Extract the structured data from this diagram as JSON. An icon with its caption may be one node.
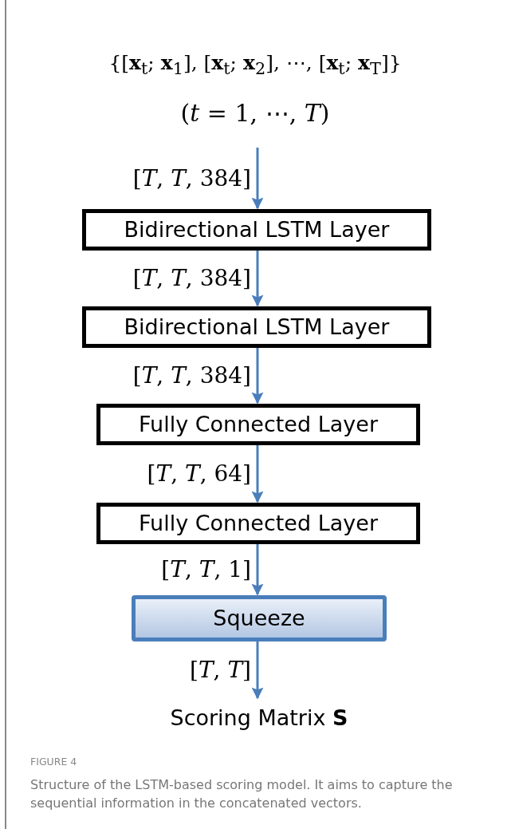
{
  "diagram": {
    "caption": "Structure of the LSTM-based scoring model. It aims to capture the sequential information in the concatenated vectors.",
    "nodes": [
      {
        "text": [
          "{[**x**$_{t}$; **x**$_{1}$], [**x**$_{t}$; **x**$_{2}$], ⋯, [**x**$_{t}$; **x**$_{T}$]}",
          "(*t* = 1, ⋯, *T*)"
        ]
      },
      {
        "text": [
          "Bidirectional LSTM Layer"
        ]
      },
      {
        "text": [
          "Bidirectional LSTM Layer"
        ]
      },
      {
        "text": [
          "Fully Connected Layer"
        ]
      },
      {
        "text": [
          "Fully Connected Layer"
        ]
      },
      {
        "text": [
          "Squeeze"
        ]
      },
      {
        "text": [
          "Scoring Matrix **S**"
        ]
      }
    ],
    "edges": [
      {
        "from": 0,
        "to": 1,
        "arrow": "to",
        "label": "[*T*, *T*, 384]"
      },
      {
        "from": 1,
        "to": 2,
        "arrow": "to",
        "label": "[*T*, *T*, 384]"
      },
      {
        "from": 2,
        "to": 3,
        "arrow": "to",
        "label": "[*T*, *T*, 384]"
      },
      {
        "from": 3,
        "to": 4,
        "arrow": "to",
        "label": "[*T*, *T*, 64]"
      },
      {
        "from": 4,
        "to": 5,
        "arrow": "to",
        "label": "[*T*, *T*, 1]"
      },
      {
        "from": 5,
        "to": 6,
        "arrow": "to",
        "label": "[*T*, *T*]"
      }
    ],
    "labels": [
      "FIGURE 4"
    ]
  }
}
